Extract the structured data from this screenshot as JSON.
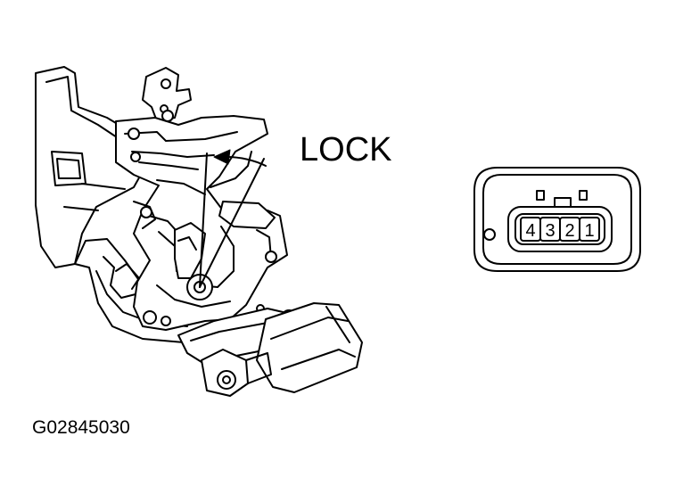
{
  "labels": {
    "lock": "LOCK",
    "figure_code": "G02845030"
  },
  "connector": {
    "pins": [
      "4",
      "3",
      "2",
      "1"
    ]
  }
}
